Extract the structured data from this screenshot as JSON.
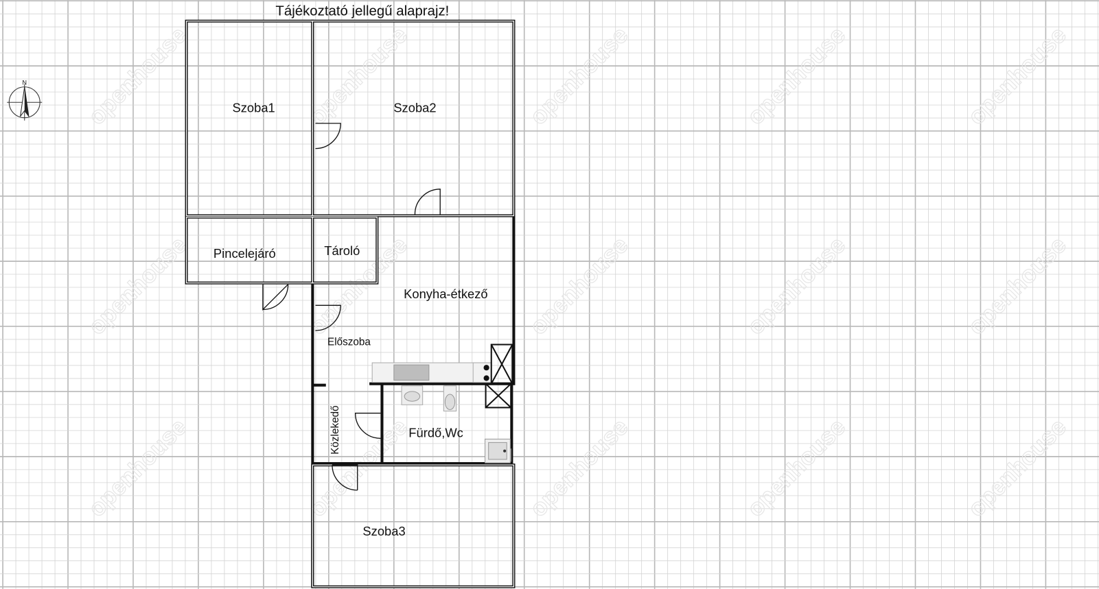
{
  "title": "Tájékoztató jellegű alaprajz!",
  "compass": {
    "label": "N"
  },
  "rooms": {
    "szoba1": "Szoba1",
    "szoba2": "Szoba2",
    "pincelejaro": "Pincelejáró",
    "tarolo": "Tároló",
    "konyha": "Konyha-étkező",
    "eloszoba": "Előszoba",
    "kozlekedo": "Közlekedő",
    "furdo": "Fürdő,Wc",
    "szoba3": "Szoba3"
  },
  "watermark": "openhouse",
  "colors": {
    "wall": "#111111",
    "grid_minor": "#d4d4d4",
    "grid_major": "#b8b8b8",
    "fixture": "#cfcfcf"
  }
}
